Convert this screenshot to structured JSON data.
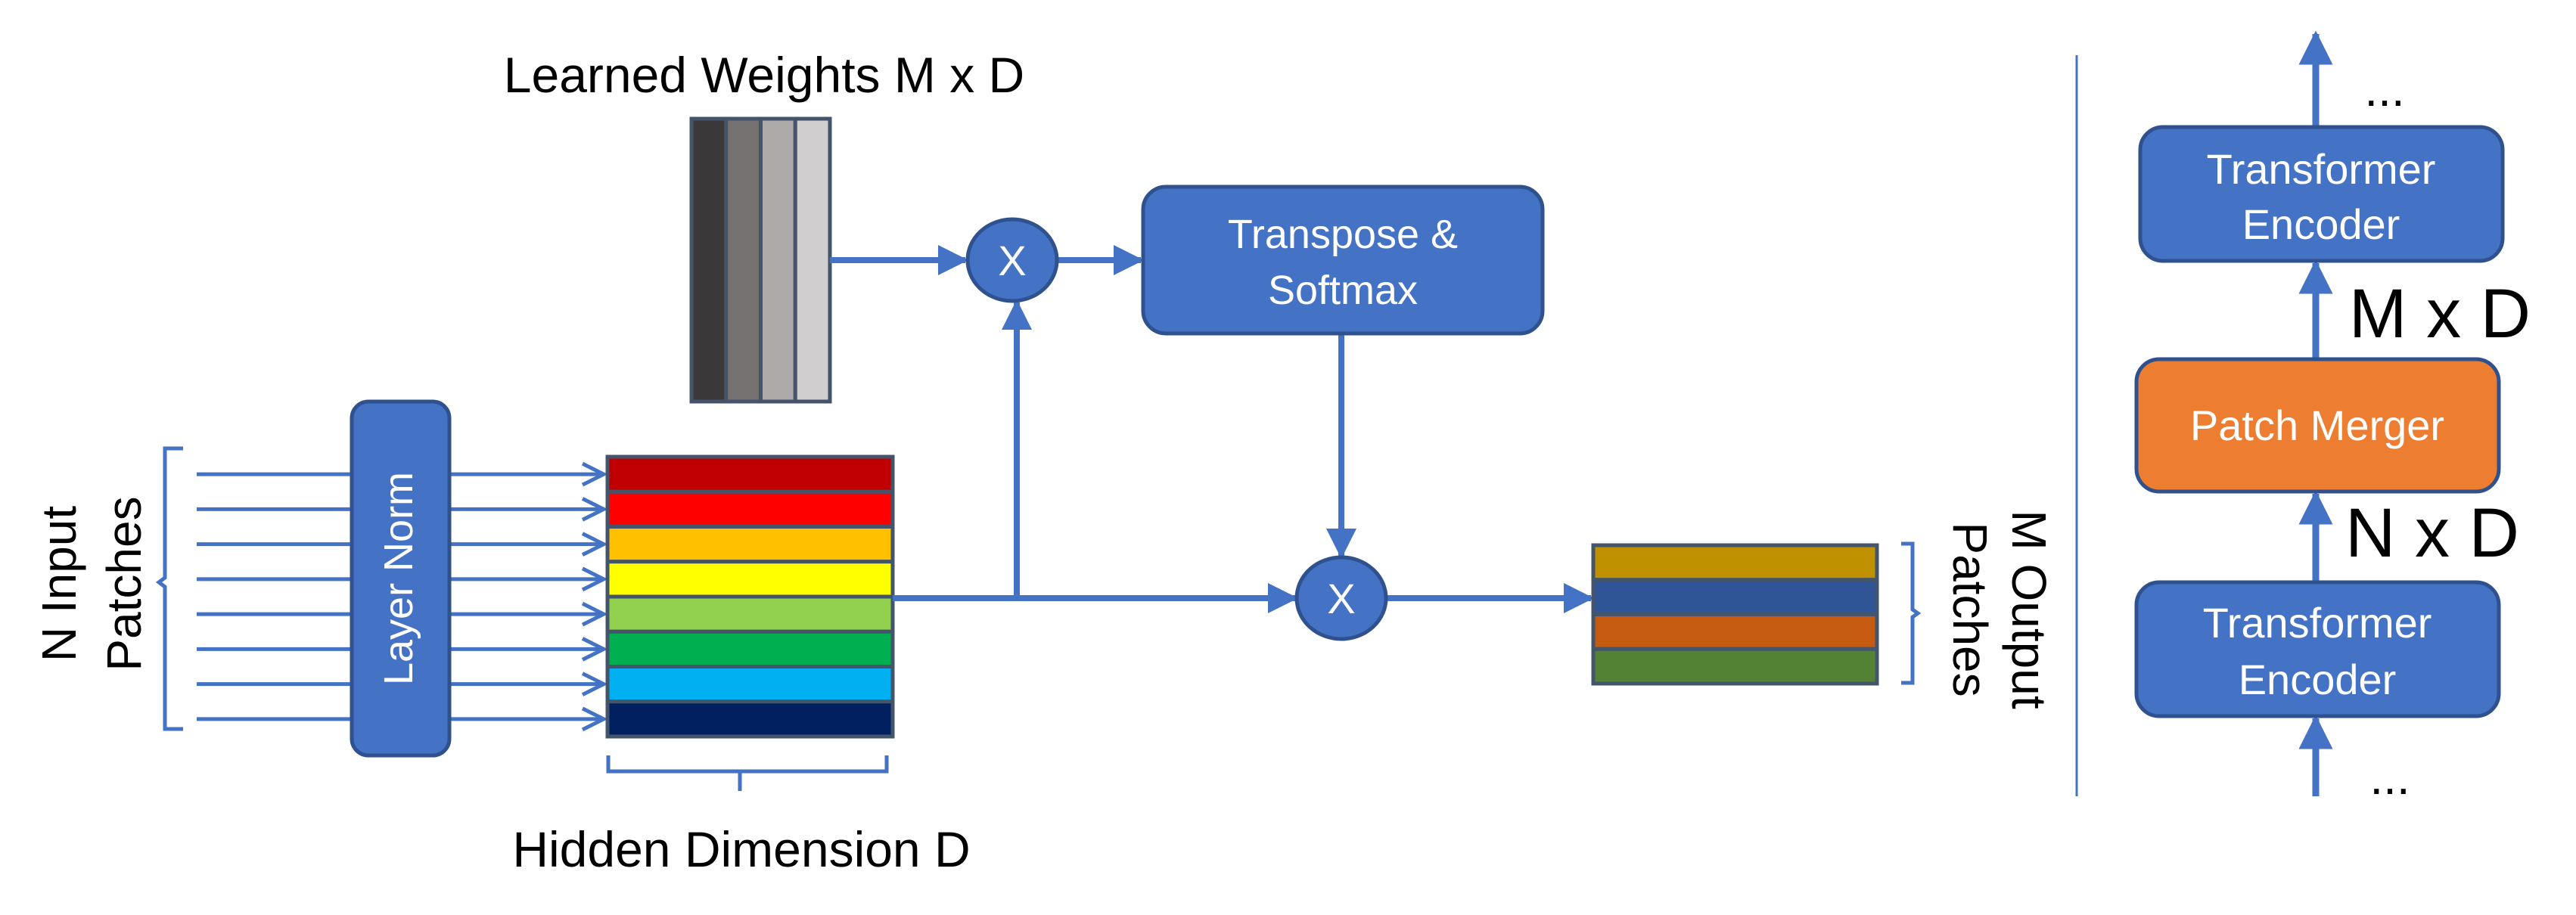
{
  "labels": {
    "learned_weights": "Learned Weights M x D",
    "hidden_dimension": "Hidden Dimension D",
    "input_line1": "N Input",
    "input_line2": "Patches",
    "output_line1": "M Output",
    "output_line2": "Patches",
    "layer_norm": "Layer Norm",
    "multiply_1": "X",
    "multiply_2": "X",
    "transpose_line1": "Transpose &",
    "transpose_line2": "Softmax",
    "encoder_top_line1": "Transformer",
    "encoder_top_line2": "Encoder",
    "patch_merger": "Patch Merger",
    "encoder_bottom_line1": "Transformer",
    "encoder_bottom_line2": "Encoder",
    "m_x_d": "M x D",
    "n_x_d": "N x D",
    "ellipsis_top": "...",
    "ellipsis_bottom": "..."
  },
  "colors": {
    "accent": "#4472c4",
    "accent_border": "#2f528f",
    "merger": "#ed7d31",
    "weights": [
      "#3a3838",
      "#767171",
      "#aeaaaa",
      "#d0cece"
    ],
    "input_rows": [
      "#c00000",
      "#ff0000",
      "#ffc000",
      "#ffff00",
      "#92d050",
      "#00b050",
      "#00b0f0",
      "#002060"
    ],
    "output_rows": [
      "#bf9000",
      "#2f5597",
      "#c55a11",
      "#548235"
    ]
  }
}
